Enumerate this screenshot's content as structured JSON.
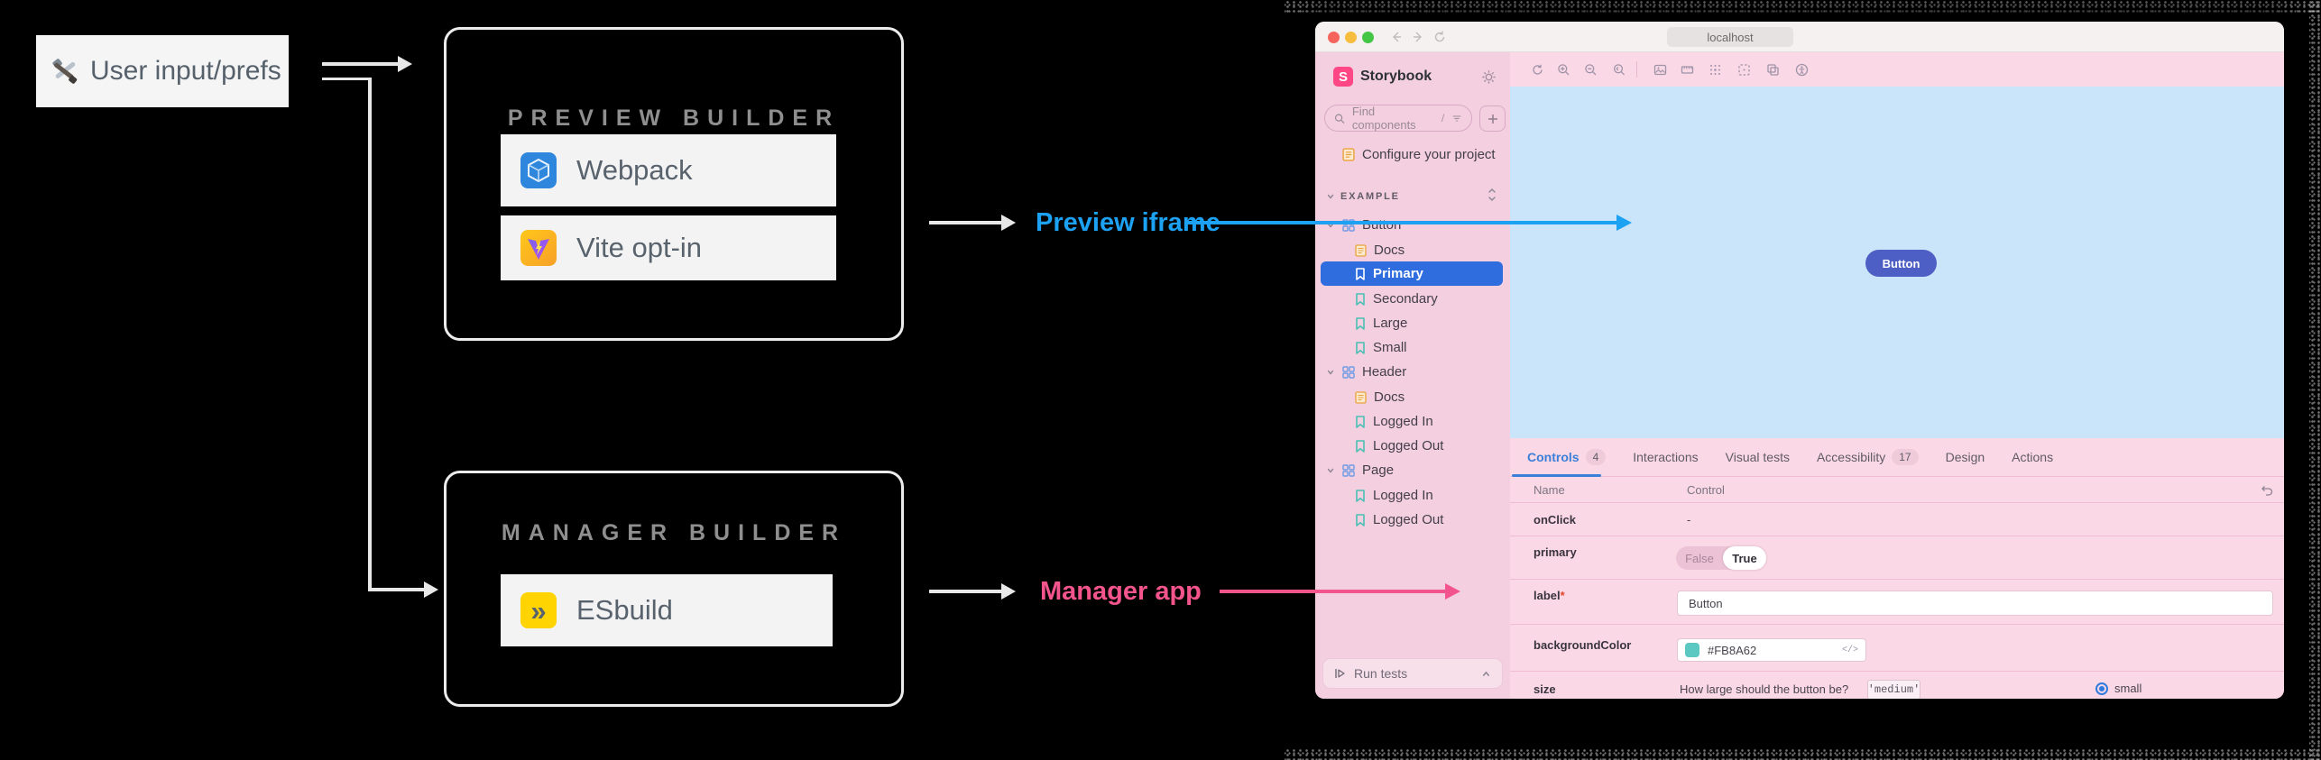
{
  "diagram": {
    "user_input": {
      "label": "User input/prefs"
    },
    "preview_builder": {
      "title": "PREVIEW BUILDER",
      "items": [
        {
          "label": "Webpack"
        },
        {
          "label": "Vite opt-in"
        }
      ]
    },
    "manager_builder": {
      "title": "MANAGER BUILDER",
      "items": [
        {
          "label": "ESbuild",
          "glyph": "»"
        }
      ]
    },
    "labels": {
      "preview": "Preview iframe",
      "manager": "Manager app"
    },
    "colors": {
      "preview_accent": "#1CA1F3",
      "manager_accent": "#F2548B",
      "arrow": "#E8E8E8"
    }
  },
  "window": {
    "titlebar": {
      "url": "localhost",
      "traffic_lights": [
        "#F5655B",
        "#F6BD3E",
        "#43C645"
      ]
    },
    "sidebar": {
      "brand": "Storybook",
      "brand_glyph": "S",
      "search": {
        "placeholder": "Find components",
        "shortcut": "/"
      },
      "configure_item": "Configure your project",
      "section": "EXAMPLE",
      "tree": [
        {
          "label": "Button",
          "type": "component"
        },
        {
          "label": "Docs",
          "type": "docs"
        },
        {
          "label": "Primary",
          "type": "story",
          "selected": true
        },
        {
          "label": "Secondary",
          "type": "story"
        },
        {
          "label": "Large",
          "type": "story"
        },
        {
          "label": "Small",
          "type": "story"
        },
        {
          "label": "Header",
          "type": "component"
        },
        {
          "label": "Docs",
          "type": "docs"
        },
        {
          "label": "Logged In",
          "type": "story"
        },
        {
          "label": "Logged Out",
          "type": "story"
        },
        {
          "label": "Page",
          "type": "component"
        },
        {
          "label": "Logged In",
          "type": "story"
        },
        {
          "label": "Logged Out",
          "type": "story"
        }
      ],
      "run_tests": "Run tests"
    },
    "toolbar_icons": [
      "remount",
      "zoom-in",
      "zoom-out",
      "zoom-reset",
      "backgrounds",
      "viewport",
      "grid",
      "measure",
      "outline",
      "accessibility"
    ],
    "toolbar_right_icons": [
      "panel-position",
      "fullscreen",
      "open-new-tab",
      "copy-link"
    ],
    "preview": {
      "button_label": "Button",
      "button_color": "#4D5EC4",
      "canvas_color": "#CAE4F9"
    },
    "panel": {
      "tabs": [
        {
          "label": "Controls",
          "badge": "4",
          "active": true
        },
        {
          "label": "Interactions"
        },
        {
          "label": "Visual tests"
        },
        {
          "label": "Accessibility",
          "badge": "17"
        },
        {
          "label": "Design"
        },
        {
          "label": "Actions"
        }
      ],
      "table": {
        "headers": [
          "Name",
          "Control"
        ],
        "rows": [
          {
            "name": "onClick",
            "value": "-"
          },
          {
            "name": "primary",
            "options": [
              "False",
              "True"
            ],
            "value": "True"
          },
          {
            "name": "label",
            "required_mark": "*",
            "value": "Button"
          },
          {
            "name": "backgroundColor",
            "value": "#FB8A62",
            "code_glyph": "</>"
          },
          {
            "name": "size",
            "description": "How large should the button be?",
            "default": "'medium'",
            "radio": "small"
          }
        ]
      }
    },
    "accent_colors": {
      "brand": "#FF4785",
      "selected": "#2F6CDE",
      "sidebar": "#F3CFE0",
      "panel": "#FBD8E5"
    }
  }
}
